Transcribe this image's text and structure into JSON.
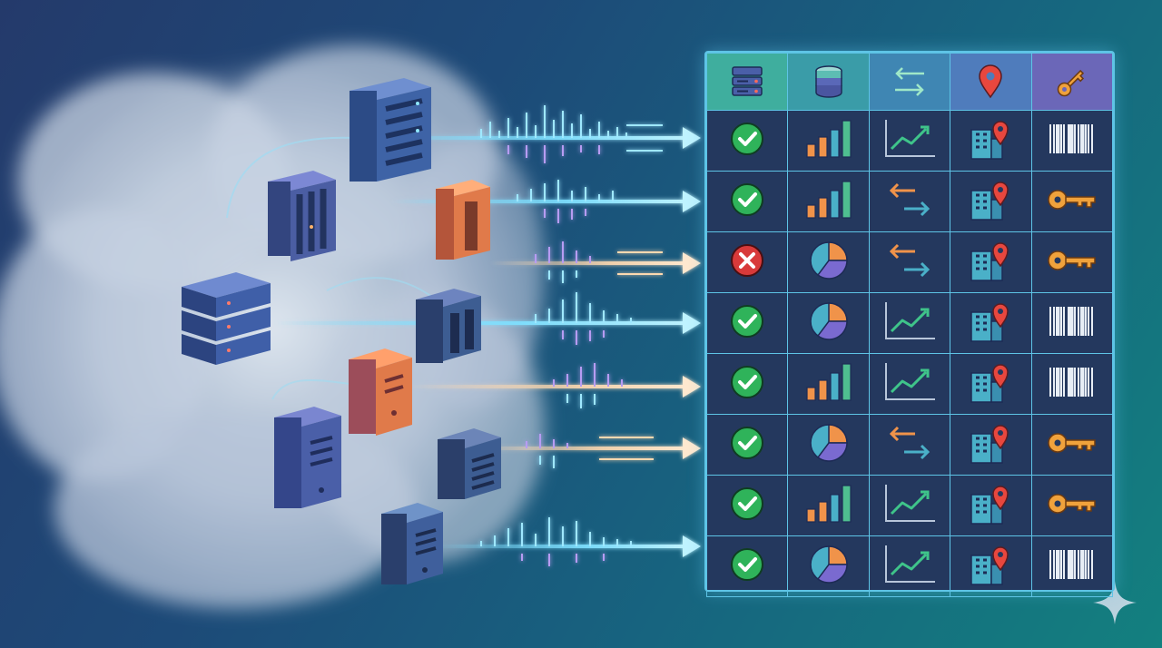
{
  "colors": {
    "accent": "#5ec4e6",
    "header_1": "#3fae9e",
    "header_2": "#3a9ca8",
    "header_3": "#3f86b3",
    "header_4": "#4f7cbc",
    "header_5": "#6b67b8",
    "ok": "#2fb35a",
    "error": "#d83a3a",
    "orange": "#f0934a"
  },
  "header_icons": [
    "server-icon",
    "database-icon",
    "transfer-arrows-icon",
    "location-pin-icon",
    "key-icon"
  ],
  "rows": [
    {
      "status": "ok",
      "chart": "bar-chart-icon",
      "trend": "trend-line-icon",
      "place": "building-pin-icon",
      "id": "barcode-icon"
    },
    {
      "status": "ok",
      "chart": "bar-chart-icon",
      "trend": "transfer-arrows-icon",
      "place": "building-pin-icon",
      "id": "key-icon"
    },
    {
      "status": "error",
      "chart": "pie-chart-icon",
      "trend": "transfer-arrows-icon",
      "place": "building-pin-icon",
      "id": "key-icon"
    },
    {
      "status": "ok",
      "chart": "pie-chart-icon",
      "trend": "trend-line-icon",
      "place": "building-pin-icon",
      "id": "barcode-icon"
    },
    {
      "status": "ok",
      "chart": "bar-chart-icon",
      "trend": "trend-line-icon",
      "place": "building-pin-icon",
      "id": "barcode-icon"
    },
    {
      "status": "ok",
      "chart": "pie-chart-icon",
      "trend": "transfer-arrows-icon",
      "place": "building-pin-icon",
      "id": "key-icon"
    },
    {
      "status": "ok",
      "chart": "bar-chart-icon",
      "trend": "trend-line-icon",
      "place": "building-pin-icon",
      "id": "key-icon"
    },
    {
      "status": "ok",
      "chart": "pie-chart-icon",
      "trend": "trend-line-icon",
      "place": "building-pin-icon",
      "id": "barcode-icon"
    }
  ],
  "servers": [
    {
      "icon": "rack-server-icon",
      "color": "#3e63a6"
    },
    {
      "icon": "tower-server-icon",
      "color": "#4b5ea3"
    },
    {
      "icon": "tower-server-icon",
      "color": "#e07a4a"
    },
    {
      "icon": "stacked-server-icon",
      "color": "#3f5fa8"
    },
    {
      "icon": "nas-server-icon",
      "color": "#3d5d92"
    },
    {
      "icon": "tower-server-icon",
      "color": "#e07a4a"
    },
    {
      "icon": "tower-server-icon",
      "color": "#4a5fa8"
    },
    {
      "icon": "rack-server-icon",
      "color": "#3d5d92"
    },
    {
      "icon": "tower-server-icon",
      "color": "#3f5f9c"
    }
  ]
}
